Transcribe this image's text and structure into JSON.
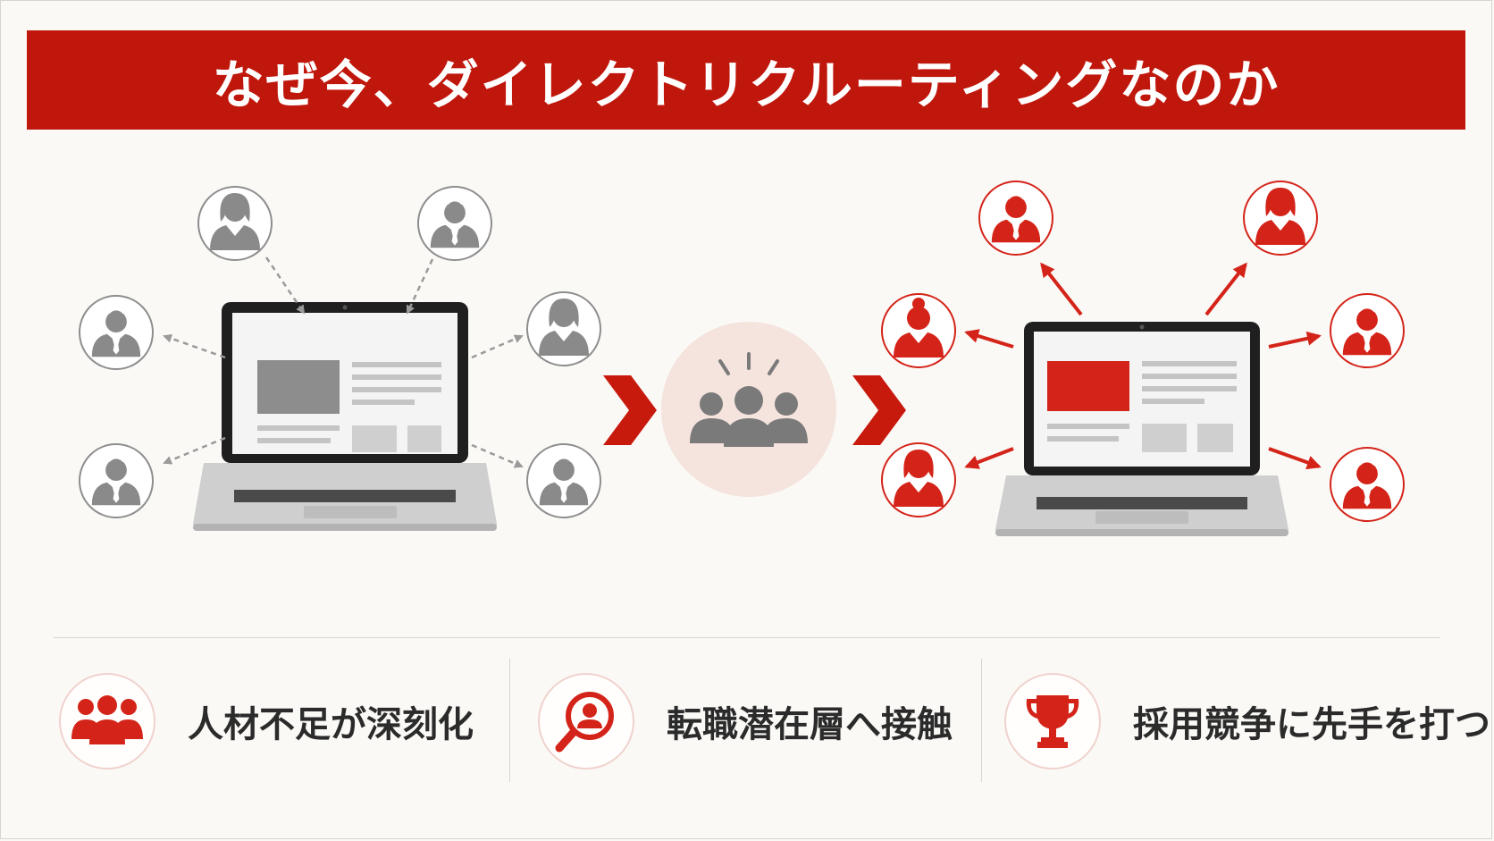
{
  "title": "なぜ今、ダイレクトリクルーティングなのか",
  "colors": {
    "accent": "#c0170c",
    "gray": "#8a8a8a",
    "background": "#fbf9f6"
  },
  "diagram": {
    "left_icons": [
      "woman-icon",
      "man-icon",
      "man-icon",
      "woman-icon",
      "man-icon",
      "man-icon"
    ],
    "center_icon": "group-icon",
    "right_icons": [
      "man-icon",
      "woman-icon",
      "woman-icon",
      "man-icon",
      "woman-icon",
      "man-icon"
    ]
  },
  "features": [
    {
      "icon": "group-icon",
      "label": "人材不足が深刻化"
    },
    {
      "icon": "search-person-icon",
      "label": "転職潜在層へ接触"
    },
    {
      "icon": "trophy-icon",
      "label": "採用競争に先手を打つ"
    }
  ]
}
